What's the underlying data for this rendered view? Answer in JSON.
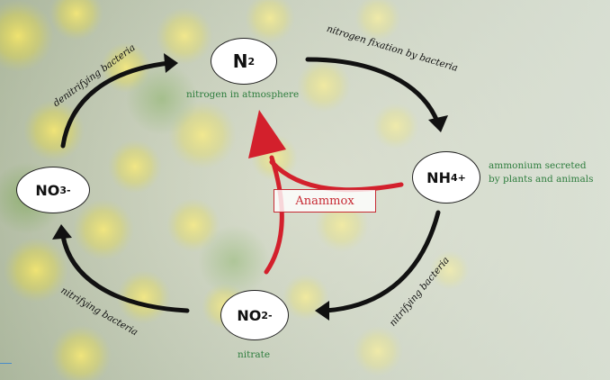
{
  "nodes": {
    "n2": {
      "main": "N",
      "sub": "2",
      "sup": ""
    },
    "nh4": {
      "main": "NH",
      "sub": "4",
      "sup": "+"
    },
    "no2": {
      "main": "NO",
      "sub": "2",
      "sup": "-"
    },
    "no3": {
      "main": "NO",
      "sub": "3",
      "sup": "-"
    }
  },
  "captions": {
    "n2": "nitrogen in atmosphere",
    "nh4_line1": "ammonium secreted",
    "nh4_line2": "by plants and animals",
    "no2": "nitrate"
  },
  "process_labels": {
    "fixation": "nitrogen fixation by bacteria",
    "denitrifying": "denitrifying bacteria",
    "nitrifying_right": "nitrifying bacteria",
    "nitrifying_left": "nitrifying bacteria"
  },
  "anammox_label": "Anammox",
  "colors": {
    "caption_green": "#2e7d3e",
    "anammox_red": "#d3202c",
    "arrow_black": "#111111"
  }
}
